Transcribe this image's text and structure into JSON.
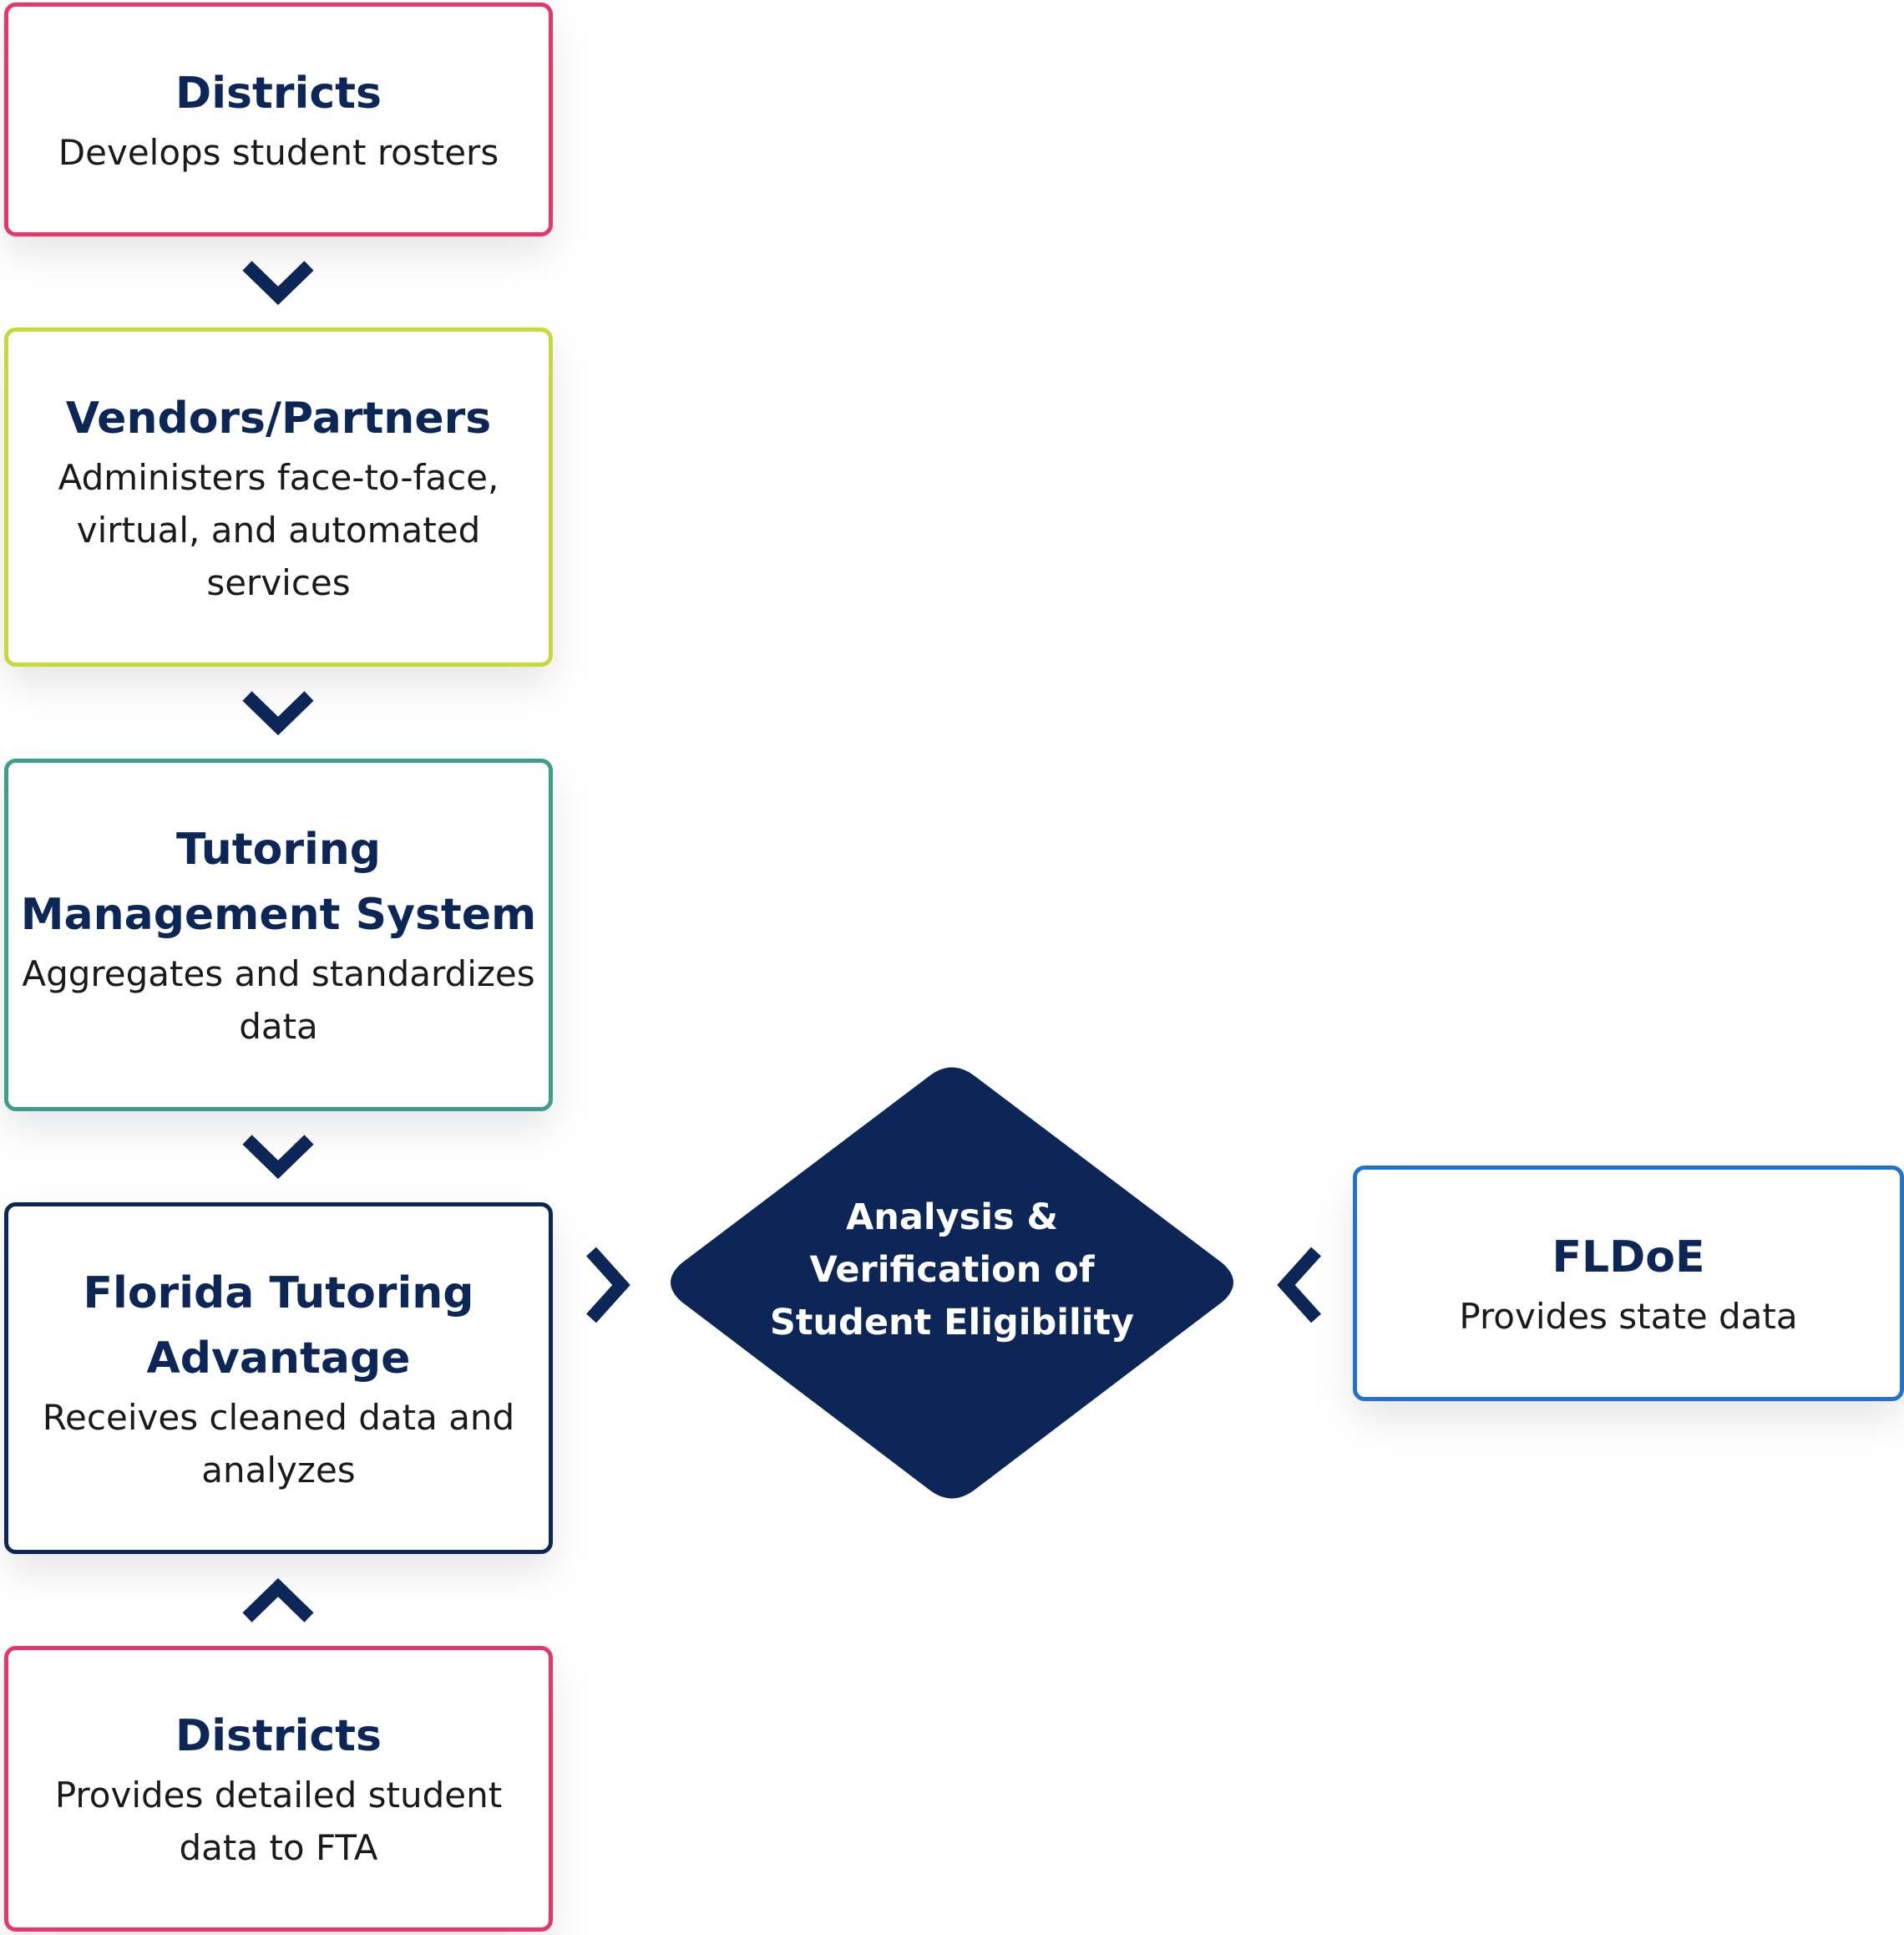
{
  "nodes": {
    "districts_top": {
      "title": "Districts",
      "description": "Develops student rosters",
      "border_color": "#e4386b"
    },
    "vendors": {
      "title": "Vendors/Partners",
      "description": "Administers face-to-face, virtual, and automated services",
      "border_color": "#c7d83a"
    },
    "tms": {
      "title": "Tutoring Management System",
      "description": "Aggregates and standardizes data",
      "border_color": "#3d9e8a"
    },
    "fta": {
      "title": "Florida Tutoring Advantage",
      "description": "Receives cleaned data and analyzes",
      "border_color": "#0c2757"
    },
    "districts_bottom": {
      "title": "Districts",
      "description": "Provides detailed student data to FTA",
      "border_color": "#e4386b"
    },
    "fldoe": {
      "title": "FLDoE",
      "description": "Provides state data",
      "border_color": "#1f72cf"
    }
  },
  "decision": {
    "label": "Analysis & Verification of Student Eligibility",
    "fill_color": "#0c2757"
  },
  "arrows": [
    {
      "from": "districts_top",
      "to": "vendors",
      "icon": "chevron-down-icon"
    },
    {
      "from": "vendors",
      "to": "tms",
      "icon": "chevron-down-icon"
    },
    {
      "from": "tms",
      "to": "fta",
      "icon": "chevron-down-icon"
    },
    {
      "from": "districts_bottom",
      "to": "fta",
      "icon": "chevron-up-icon"
    },
    {
      "from": "fta",
      "to": "decision",
      "icon": "chevron-right-icon"
    },
    {
      "from": "fldoe",
      "to": "decision",
      "icon": "chevron-left-icon"
    }
  ],
  "colors": {
    "arrow": "#0c2757",
    "title_text": "#0c2757",
    "body_text": "#1a1a1a",
    "background": "#ffffff"
  }
}
